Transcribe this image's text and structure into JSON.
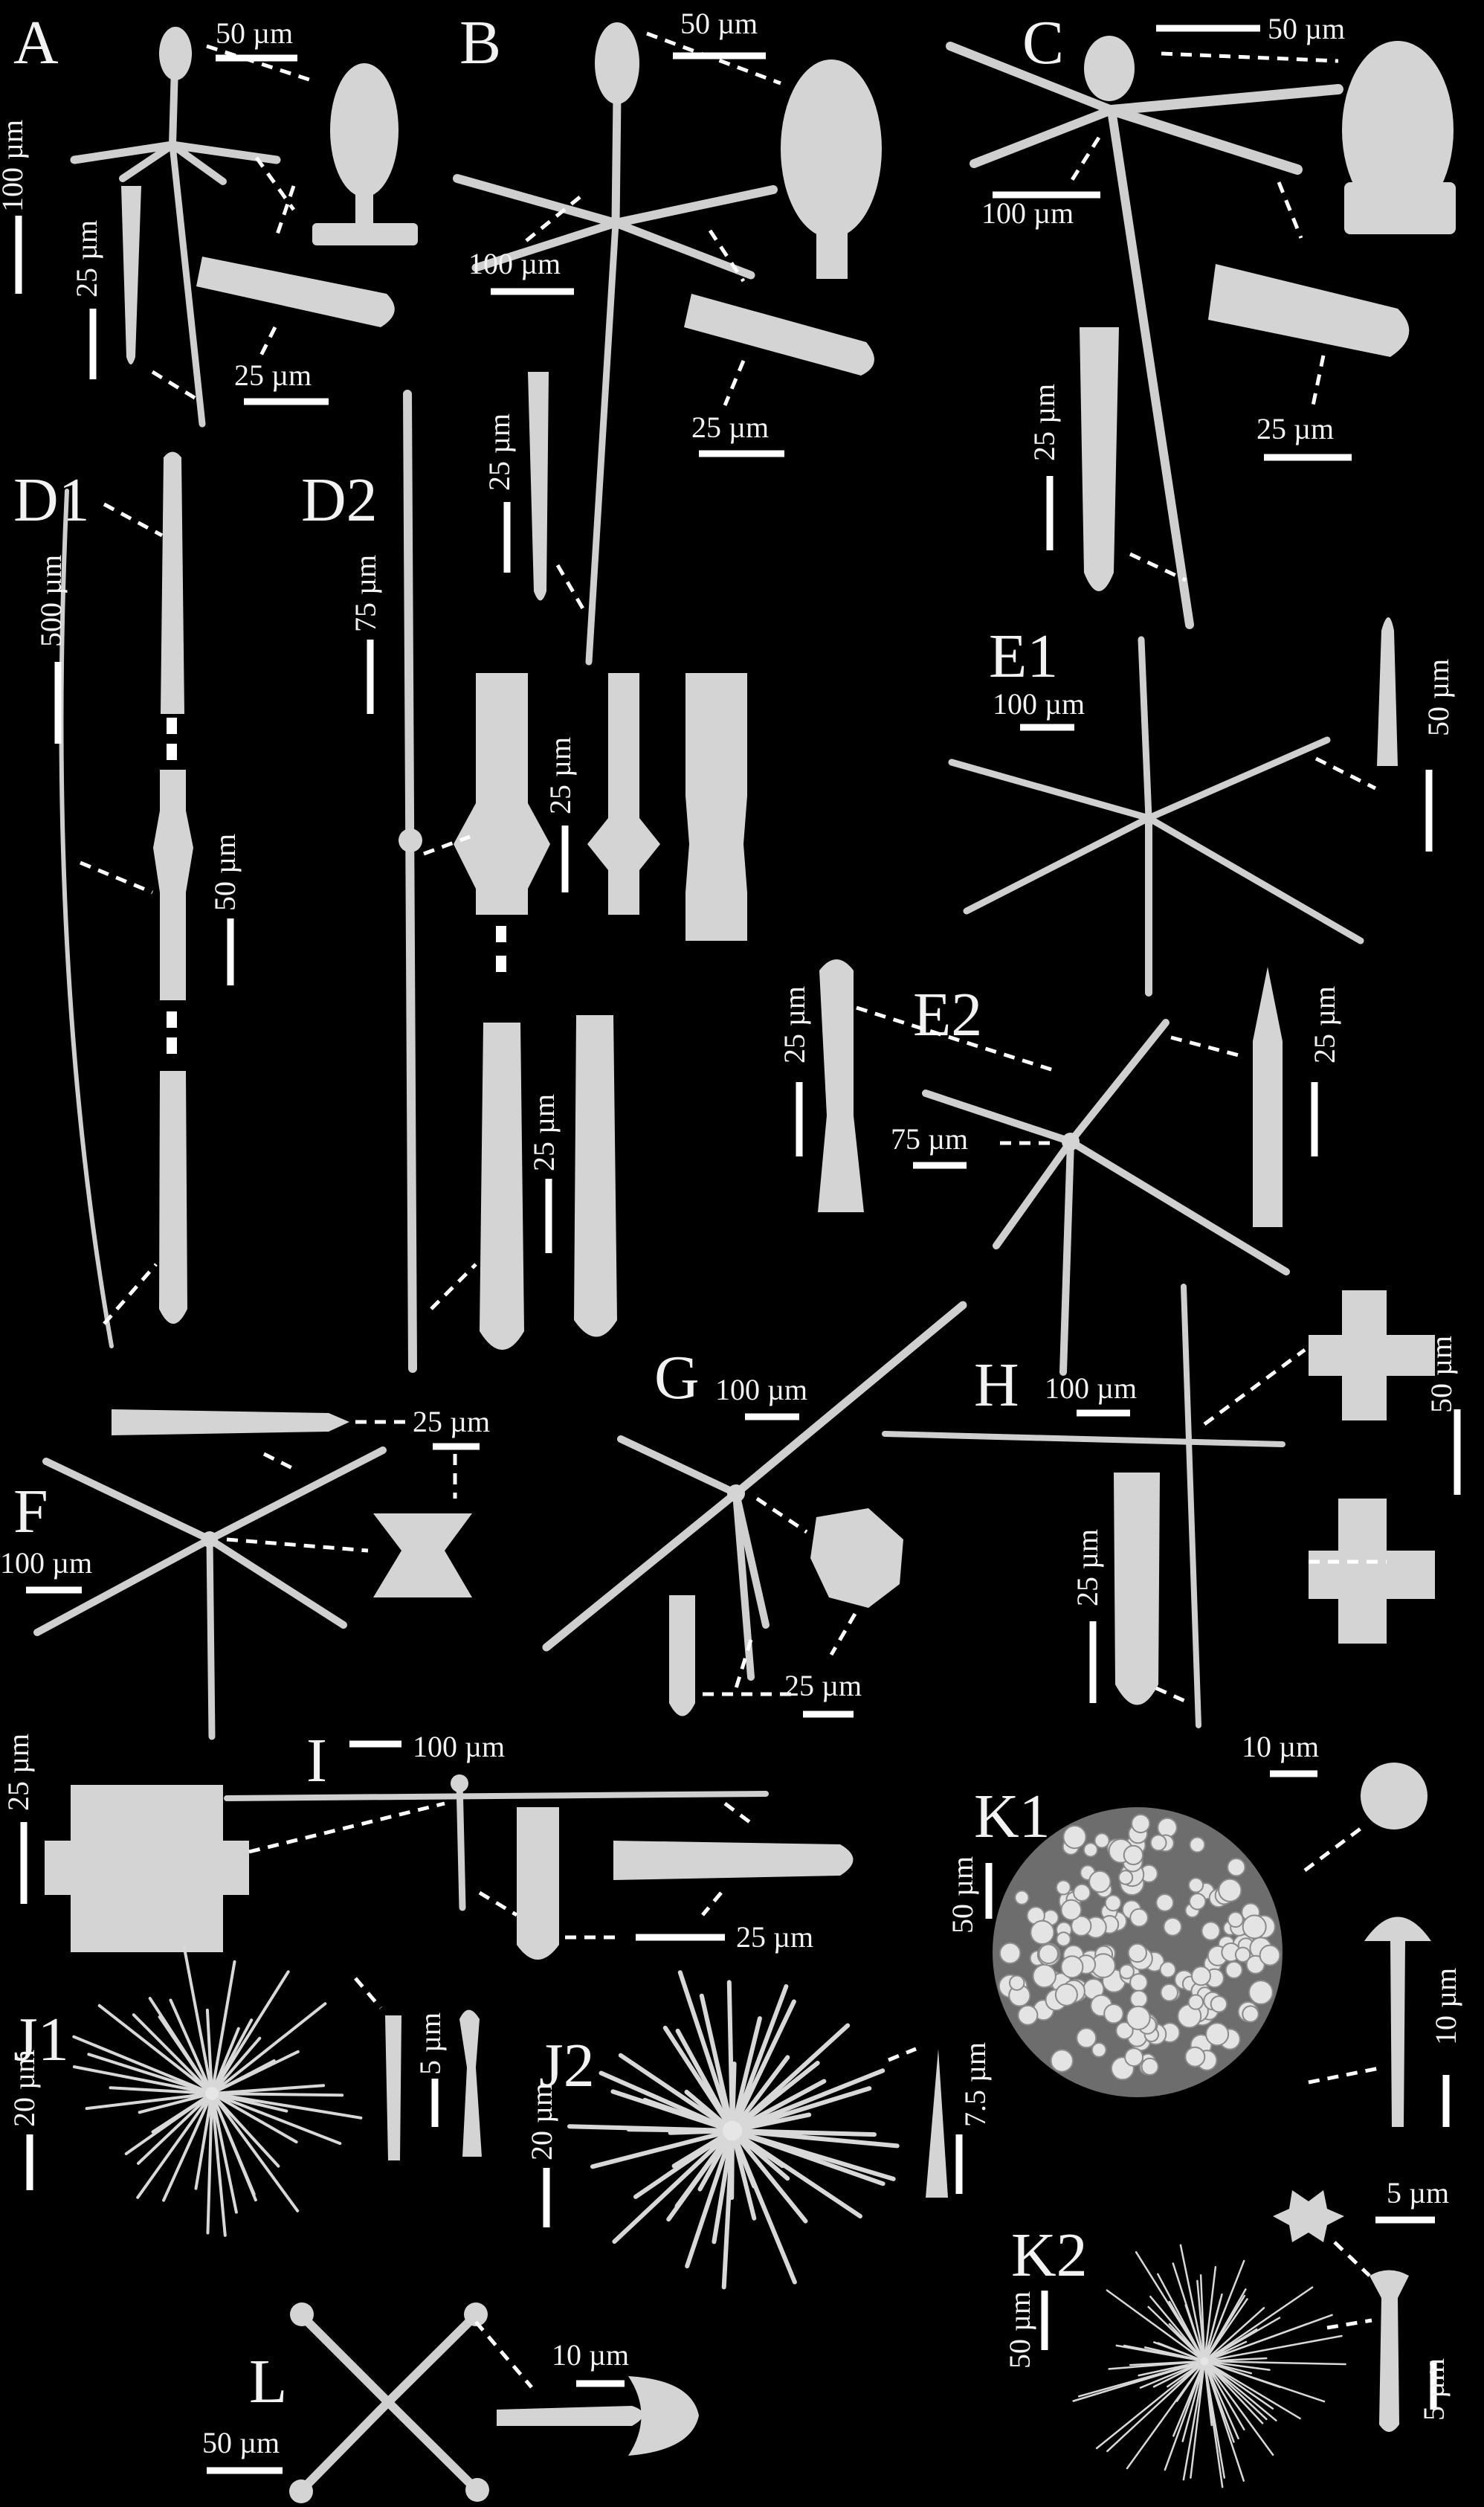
{
  "figure": {
    "background": "#000000",
    "spicule_color": "#d0d0d0",
    "label_color": "#ffffff"
  },
  "panels": {
    "A": "A",
    "B": "B",
    "C": "C",
    "D1": "D1",
    "D2": "D2",
    "E1": "E1",
    "E2": "E2",
    "F": "F",
    "G": "G",
    "H": "H",
    "I": "I",
    "J1": "J1",
    "J2": "J2",
    "K1": "K1",
    "K2": "K2",
    "L": "L"
  },
  "scales": {
    "A_50": "50 µm",
    "A_100": "100 µm",
    "A_25a": "25 µm",
    "A_25b": "25 µm",
    "B_50": "50 µm",
    "B_100": "100 µm",
    "B_25a": "25 µm",
    "B_25b": "25 µm",
    "C_50": "50 µm",
    "C_100": "100 µm",
    "C_25a": "25 µm",
    "C_25b": "25 µm",
    "D1_500": "500 µm",
    "D1_50": "50 µm",
    "D2_75": "75 µm",
    "D2_25a": "25 µm",
    "D2_25b": "25 µm",
    "E1_100": "100 µm",
    "E1_50": "50 µm",
    "E2_25a": "25 µm",
    "E2_75": "75 µm",
    "E2_25b": "25 µm",
    "F_25": "25 µm",
    "F_100": "100 µm",
    "G_100": "100 µm",
    "G_25": "25 µm",
    "H_100": "100 µm",
    "H_50": "50 µm",
    "H_25": "25 µm",
    "I_25a": "25 µm",
    "I_100": "100 µm",
    "I_25b": "25 µm",
    "J1_20": "20 µm",
    "J1_5": "5 µm",
    "J2_20": "20 µm",
    "J2_7": "7.5 µm",
    "K1_10a": "10 µm",
    "K1_50": "50 µm",
    "K1_10b": "10 µm",
    "K2_5a": "5 µm",
    "K2_50": "50 µm",
    "K2_5b": "5 µm",
    "L_10": "10 µm",
    "L_50": "50 µm"
  }
}
